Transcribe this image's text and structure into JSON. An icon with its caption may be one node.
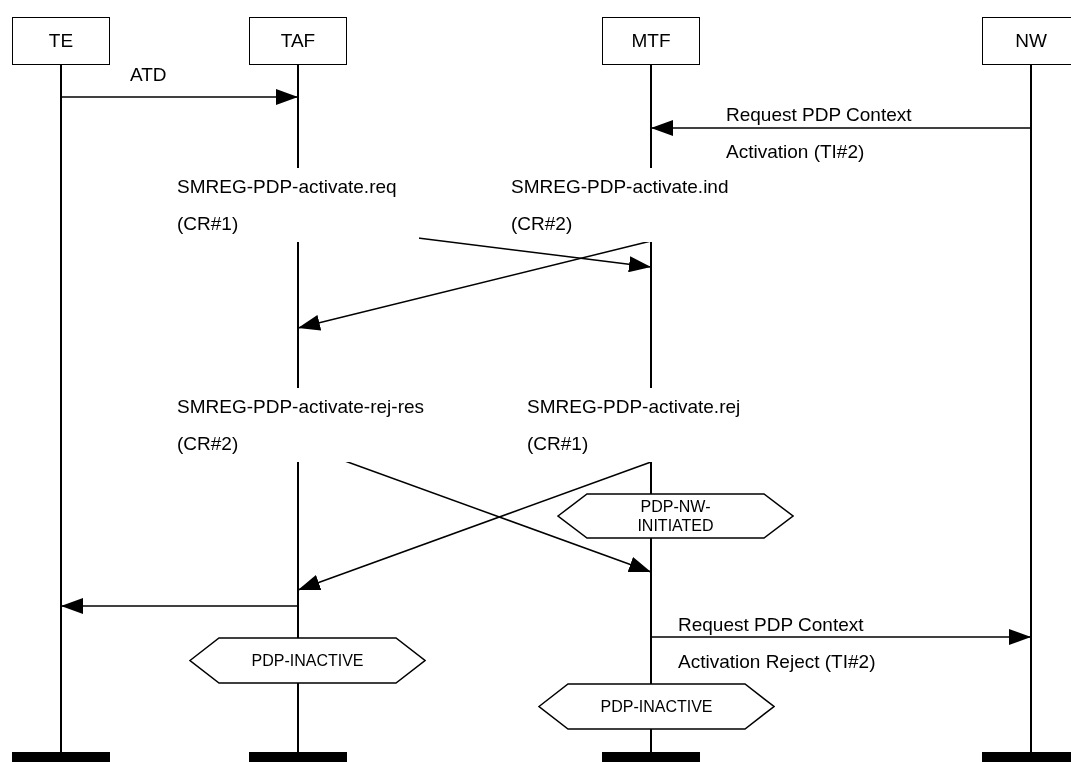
{
  "diagram": {
    "nodes": [
      {
        "text": [
          "TE"
        ]
      },
      {
        "text": [
          "TAF"
        ]
      },
      {
        "text": [
          "MTF"
        ]
      },
      {
        "text": [
          "NW"
        ]
      },
      {
        "text": [
          "PDP-NW-INITIATED"
        ]
      },
      {
        "text": [
          "PDP-INACTIVE"
        ]
      },
      {
        "text": [
          "PDP-INACTIVE"
        ]
      }
    ],
    "edges": [
      {
        "from": 0,
        "to": 1,
        "arrow": "to",
        "label": "ATD"
      },
      {
        "from": 3,
        "to": 2,
        "arrow": "to",
        "label": "Request PDP Context Activation (TI#2)"
      },
      {
        "from": 1,
        "to": 2,
        "arrow": "to",
        "label": "SMREG-PDP-activate.req (CR#1)"
      },
      {
        "from": 2,
        "to": 1,
        "arrow": "to",
        "label": "SMREG-PDP-activate.ind (CR#2)"
      },
      {
        "from": 1,
        "to": 2,
        "arrow": "to",
        "label": "SMREG-PDP-activate-rej-res (CR#2)"
      },
      {
        "from": 2,
        "to": 1,
        "arrow": "to",
        "label": "SMREG-PDP-activate.rej (CR#1)"
      },
      {
        "from": 1,
        "to": 0,
        "arrow": "to"
      },
      {
        "from": 2,
        "to": 3,
        "arrow": "to",
        "label": "Request PDP Context Activation Reject (TI#2)"
      }
    ]
  }
}
